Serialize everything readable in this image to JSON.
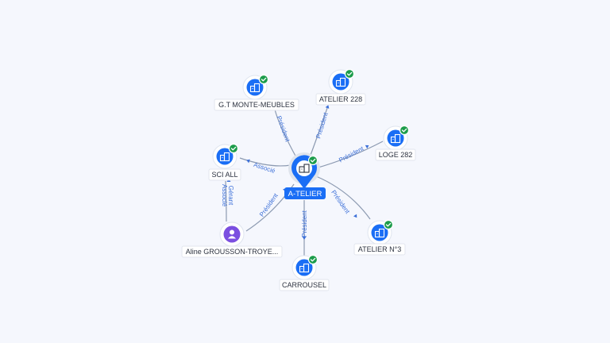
{
  "colors": {
    "company": "#1a6ef5",
    "person": "#7b4fe0",
    "verified": "#1c9c4b",
    "edge": "#8c9ab1",
    "edge_label": "#3b6fd8",
    "background": "#f5f7fd"
  },
  "center": {
    "label": "A-TELIER",
    "icon": "building-icon"
  },
  "nodes": [
    {
      "id": "gt",
      "label": "G.T MONTE-MEUBLES",
      "type": "company",
      "verified": true,
      "icon": "building-icon"
    },
    {
      "id": "at228",
      "label": "ATELIER 228",
      "type": "company",
      "verified": true,
      "icon": "building-icon"
    },
    {
      "id": "loge",
      "label": "LOGE 282",
      "type": "company",
      "verified": true,
      "icon": "building-icon"
    },
    {
      "id": "sci",
      "label": "SCI ALL",
      "type": "company",
      "verified": true,
      "icon": "building-icon"
    },
    {
      "id": "at3",
      "label": "ATELIER N°3",
      "type": "company",
      "verified": true,
      "icon": "building-icon"
    },
    {
      "id": "carrousel",
      "label": "CARROUSEL",
      "type": "company",
      "verified": true,
      "icon": "building-icon"
    },
    {
      "id": "aline",
      "label": "Aline GROUSSON-TROYE...",
      "type": "person",
      "verified": false,
      "icon": "person-icon"
    }
  ],
  "edges": [
    {
      "from": "center",
      "to": "gt",
      "label": "Président"
    },
    {
      "from": "center",
      "to": "at228",
      "label": "Président"
    },
    {
      "from": "center",
      "to": "loge",
      "label": "Président"
    },
    {
      "from": "center",
      "to": "sci",
      "label": "Associé"
    },
    {
      "from": "center",
      "to": "at3",
      "label": "Président"
    },
    {
      "from": "center",
      "to": "carrousel",
      "label": "Président"
    },
    {
      "from": "aline",
      "to": "center",
      "label": "Président"
    },
    {
      "from": "aline",
      "to": "sci",
      "label": "Gérant Associé",
      "lines": [
        "Gérant",
        "Associé"
      ]
    }
  ]
}
